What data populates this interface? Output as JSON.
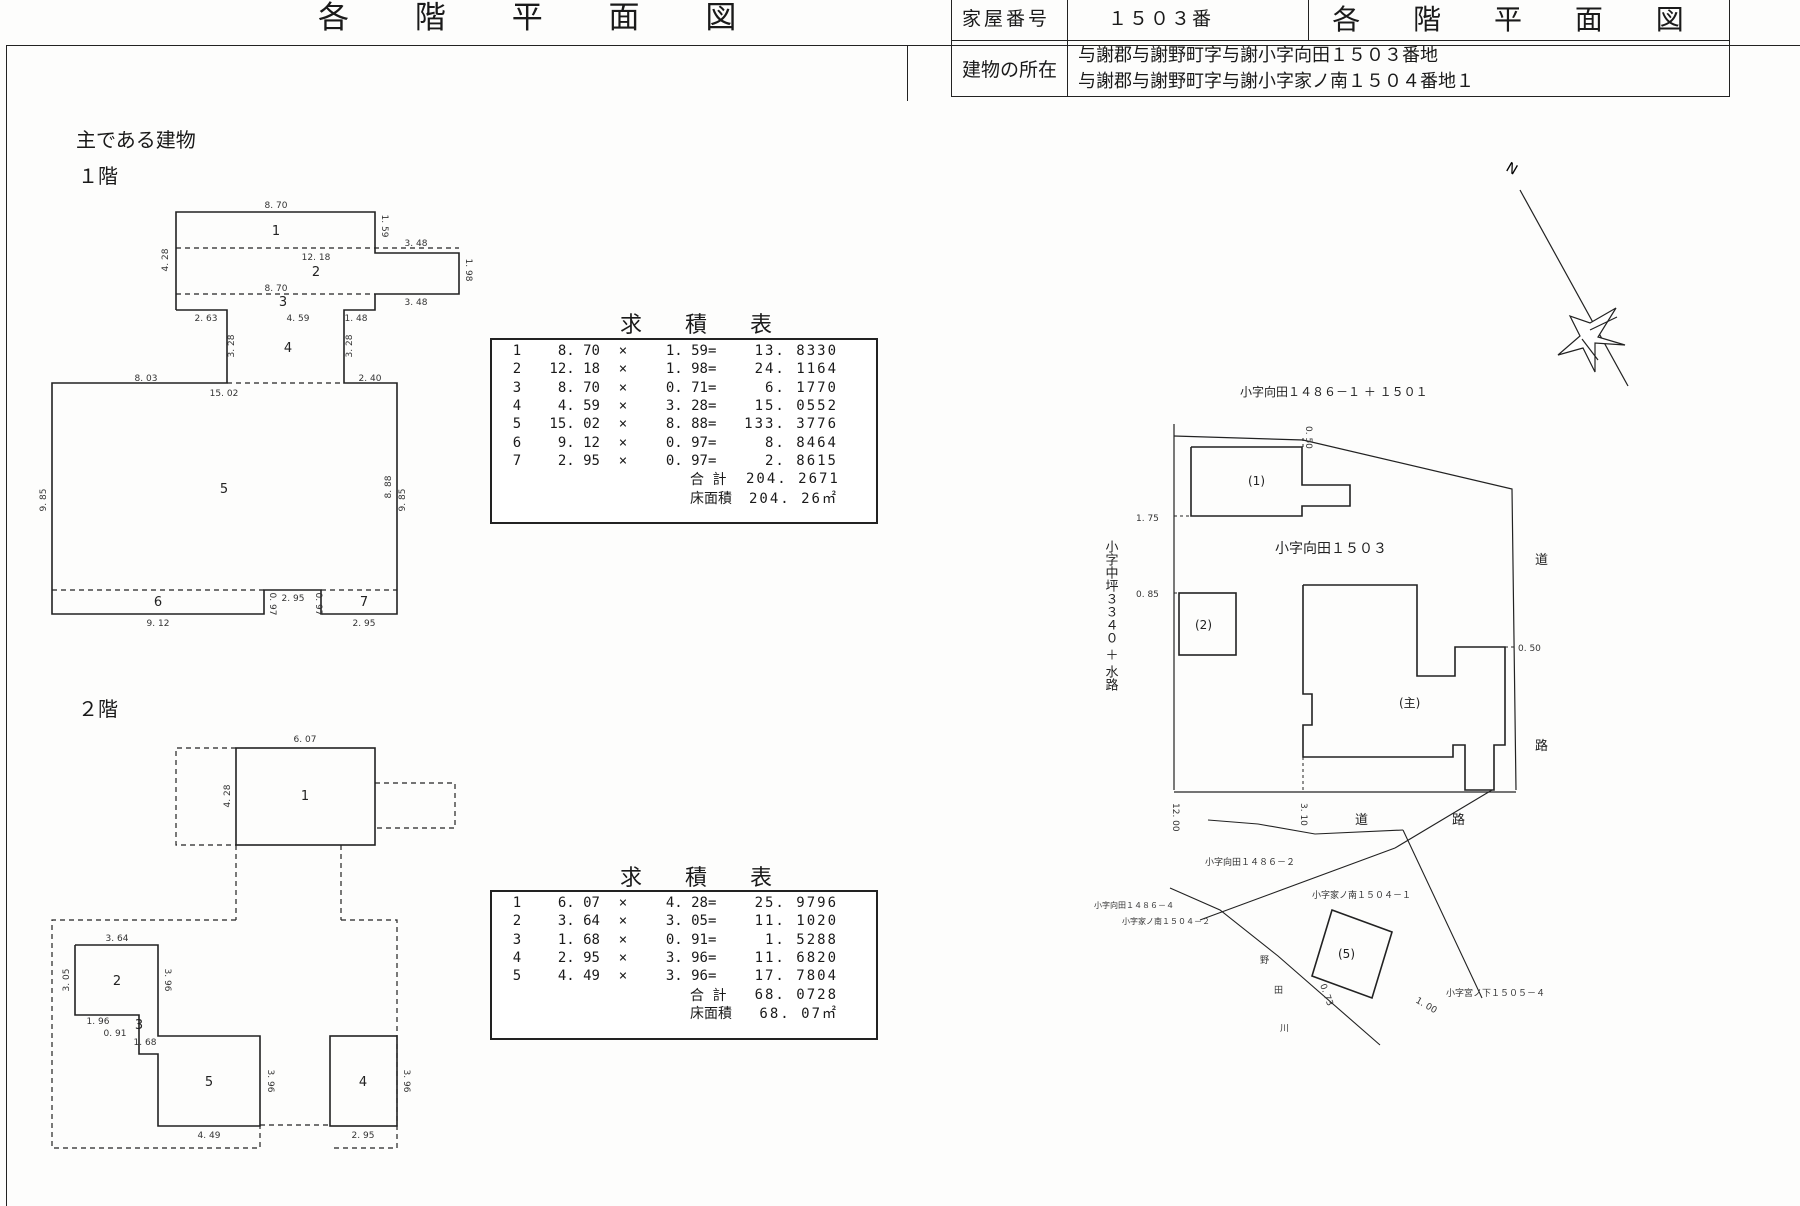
{
  "header": {
    "left_title": "各 階 平 面 図",
    "right_title": "各 階 平 面 図",
    "house_number_label": "家屋番号",
    "house_number_value": "１５０３番",
    "location_label": "建物の所在",
    "location_line1": "与謝郡与謝野町字与謝小字向田１５０３番地",
    "location_line2": "与謝郡与謝野町字与謝小字家ノ南１５０４番地１"
  },
  "main_building_label": "主である建物",
  "floor1": {
    "label": "１階",
    "room_labels": [
      "1",
      "2",
      "3",
      "4",
      "5",
      "6",
      "7"
    ],
    "dims": {
      "top": "8. 70",
      "d159": "1. 59",
      "d348a": "3. 48",
      "d1218": "12. 18",
      "d198": "1. 98",
      "d428": "4. 28",
      "d870b": "8. 70",
      "d348b": "3. 48",
      "d263": "2. 63",
      "d459": "4. 59",
      "d148": "1. 48",
      "d328a": "3. 28",
      "d328b": "3. 28",
      "d803": "8. 03",
      "d1502": "15. 02",
      "d240": "2. 40",
      "d985a": "9. 85",
      "d888": "8. 88",
      "d985b": "9. 85",
      "d295a": "2. 95",
      "d097a": "0. 97",
      "d097b": "0. 97",
      "d912": "9. 12",
      "d295b": "2. 95"
    }
  },
  "floor2": {
    "label": "２階",
    "room_labels": [
      "1",
      "2",
      "3",
      "4",
      "5"
    ],
    "dims": {
      "d607": "6. 07",
      "d428": "4. 28",
      "d364": "3. 64",
      "d305": "3. 05",
      "d396a": "3. 96",
      "d196": "1. 96",
      "d091": "0. 91",
      "d168": "1. 68",
      "d396b": "3. 96",
      "d396c": "3. 96",
      "d449": "4. 49",
      "d295": "2. 95"
    }
  },
  "table1": {
    "title": "求 積 表",
    "rows": [
      {
        "no": "1",
        "a": "8. 70",
        "x": "×",
        "b": "1. 59",
        "eq": "=",
        "r": "13. 8330"
      },
      {
        "no": "2",
        "a": "12. 18",
        "x": "×",
        "b": "1. 98",
        "eq": "=",
        "r": "24. 1164"
      },
      {
        "no": "3",
        "a": "8. 70",
        "x": "×",
        "b": "0. 71",
        "eq": "=",
        "r": "6. 1770"
      },
      {
        "no": "4",
        "a": "4. 59",
        "x": "×",
        "b": "3. 28",
        "eq": "=",
        "r": "15. 0552"
      },
      {
        "no": "5",
        "a": "15. 02",
        "x": "×",
        "b": "8. 88",
        "eq": "=",
        "r": "133. 3776"
      },
      {
        "no": "6",
        "a": "9. 12",
        "x": "×",
        "b": "0. 97",
        "eq": "=",
        "r": "8. 8464"
      },
      {
        "no": "7",
        "a": "2. 95",
        "x": "×",
        "b": "0. 97",
        "eq": "=",
        "r": "2. 8615"
      }
    ],
    "total_label": "合 計",
    "total_value": "204. 2671",
    "area_label": "床面積",
    "area_value": "204. 26㎡"
  },
  "table2": {
    "title": "求 積 表",
    "rows": [
      {
        "no": "1",
        "a": "6. 07",
        "x": "×",
        "b": "4. 28",
        "eq": "=",
        "r": "25. 9796"
      },
      {
        "no": "2",
        "a": "3. 64",
        "x": "×",
        "b": "3. 05",
        "eq": "=",
        "r": "11. 1020"
      },
      {
        "no": "3",
        "a": "1. 68",
        "x": "×",
        "b": "0. 91",
        "eq": "=",
        "r": "1. 5288"
      },
      {
        "no": "4",
        "a": "2. 95",
        "x": "×",
        "b": "3. 96",
        "eq": "=",
        "r": "11. 6820"
      },
      {
        "no": "5",
        "a": "4. 49",
        "x": "×",
        "b": "3. 96",
        "eq": "=",
        "r": "17. 7804"
      }
    ],
    "total_label": "合 計",
    "total_value": "68. 0728",
    "area_label": "床面積",
    "area_value": "68. 07㎡"
  },
  "site_map": {
    "north": "N",
    "top_label": "小字向田１４８６－１ ＋ １５０１",
    "center_label": "小字向田１５０３",
    "left_label": "小字中坪３３４０ ＋ 水路",
    "road_right_1": "道",
    "road_right_2": "路",
    "road_bottom_1": "道",
    "road_bottom_2": "路",
    "bldg1": "(1)",
    "bldg2": "(2)",
    "bldg_main": "(主)",
    "bldg5": "(5)",
    "d050a": "0. 50",
    "d175": "1. 75",
    "d085": "0. 85",
    "d050b": "0. 50",
    "d1200": "12. 00",
    "d310": "3. 10",
    "lot_14862": "小字向田１４８６－２",
    "lot_15041": "小字家ノ南１５０４－１",
    "lot_14864": "小字向田１４８６－４",
    "lot_15042": "小字家ノ南１５０４－２",
    "lot_15054": "小字宮ノ下１５０５－４",
    "field_1": "野",
    "field_2": "田",
    "river": "川",
    "d073": "0. 73",
    "d100": "1. 00"
  }
}
